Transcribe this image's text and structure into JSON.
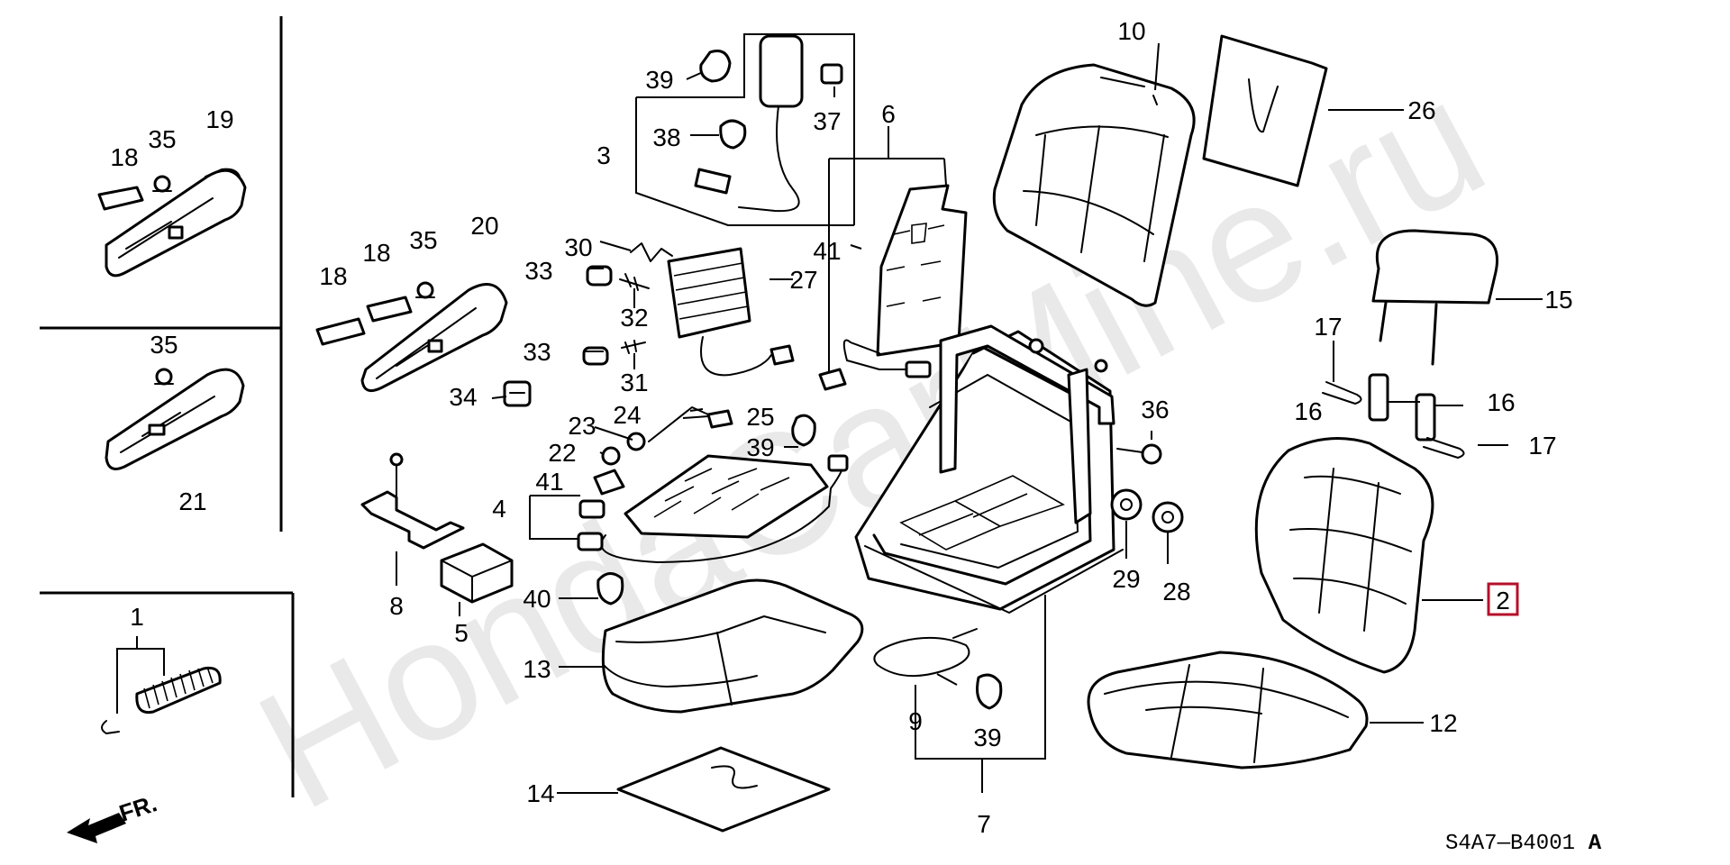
{
  "watermark": "HondaCarMine.ru",
  "diagram_code": "S4A7—B4001",
  "diagram_code_suffix": "A",
  "direction_label": "FR.",
  "highlight_color": "#b5102a",
  "highlighted_part": "2",
  "labels": {
    "p1": "1",
    "p2": "2",
    "p3": "3",
    "p4": "4",
    "p5": "5",
    "p6": "6",
    "p7": "7",
    "p8": "8",
    "p9": "9",
    "p10": "10",
    "p12": "12",
    "p13": "13",
    "p14": "14",
    "p15": "15",
    "p16a": "16",
    "p16b": "16",
    "p17a": "17",
    "p17b": "17",
    "p18a": "18",
    "p18b": "18",
    "p18c": "18",
    "p19": "19",
    "p20": "20",
    "p21": "21",
    "p22": "22",
    "p23": "23",
    "p24": "24",
    "p25": "25",
    "p26": "26",
    "p27": "27",
    "p28": "28",
    "p29": "29",
    "p30": "30",
    "p31": "31",
    "p32": "32",
    "p33a": "33",
    "p33b": "33",
    "p34": "34",
    "p35a": "35",
    "p35b": "35",
    "p35c": "35",
    "p36": "36",
    "p37": "37",
    "p38": "38",
    "p39a": "39",
    "p39b": "39",
    "p39c": "39",
    "p40": "40",
    "p41a": "41",
    "p41b": "41"
  }
}
